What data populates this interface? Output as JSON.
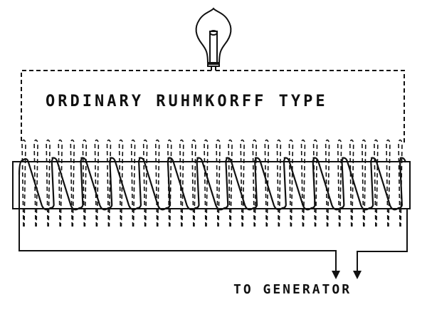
{
  "diagram": {
    "title": "ORDINARY RUHMKORFF TYPE",
    "generator_label": "TO GENERATOR",
    "primary_turns": 14,
    "secondary_turns": 32,
    "ink_color": "#111111"
  }
}
